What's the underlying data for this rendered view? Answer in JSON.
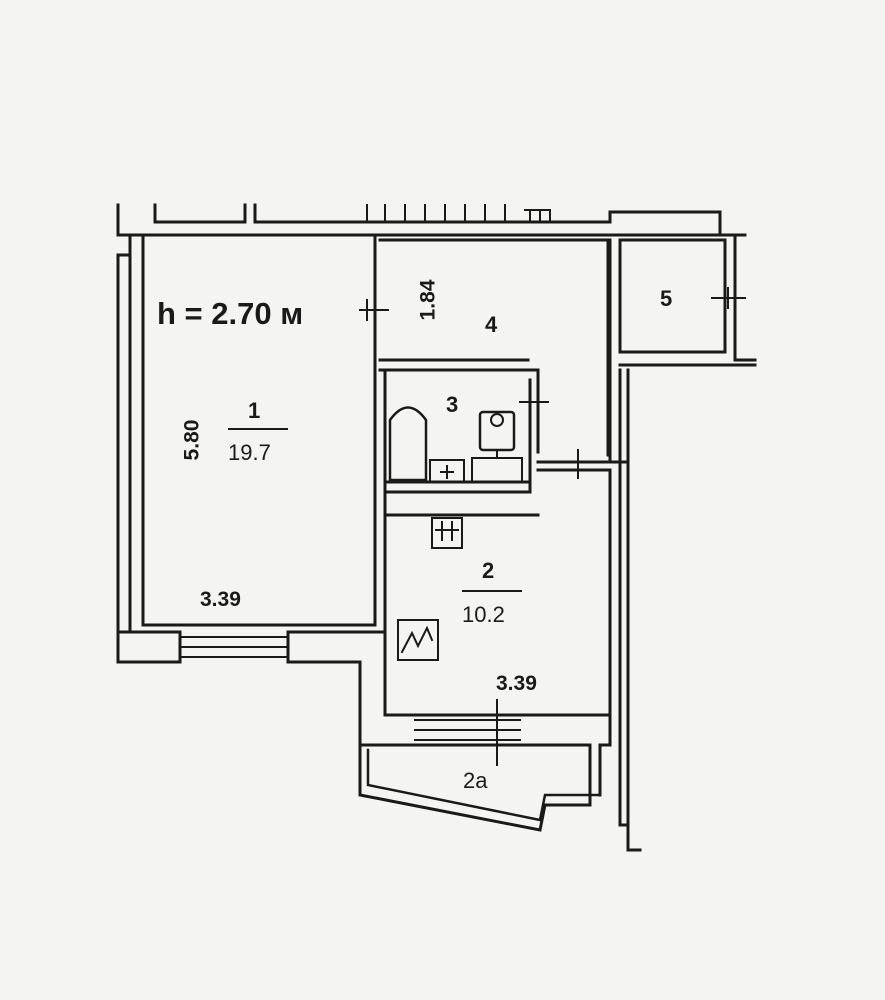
{
  "plan": {
    "ceiling_height": "h = 2.70 м",
    "rooms": [
      {
        "id": "room-1",
        "number": "1",
        "area": "19.7",
        "width": "3.39",
        "length": "5.80"
      },
      {
        "id": "room-2",
        "number": "2",
        "area": "10.2",
        "width": "3.39"
      },
      {
        "id": "room-2a",
        "number": "2a"
      },
      {
        "id": "room-3",
        "number": "3"
      },
      {
        "id": "room-4",
        "number": "4",
        "width": "1.84"
      },
      {
        "id": "room-5",
        "number": "5"
      }
    ]
  },
  "colors": {
    "background": "#f4f4f2",
    "line": "#1a1a1a"
  }
}
